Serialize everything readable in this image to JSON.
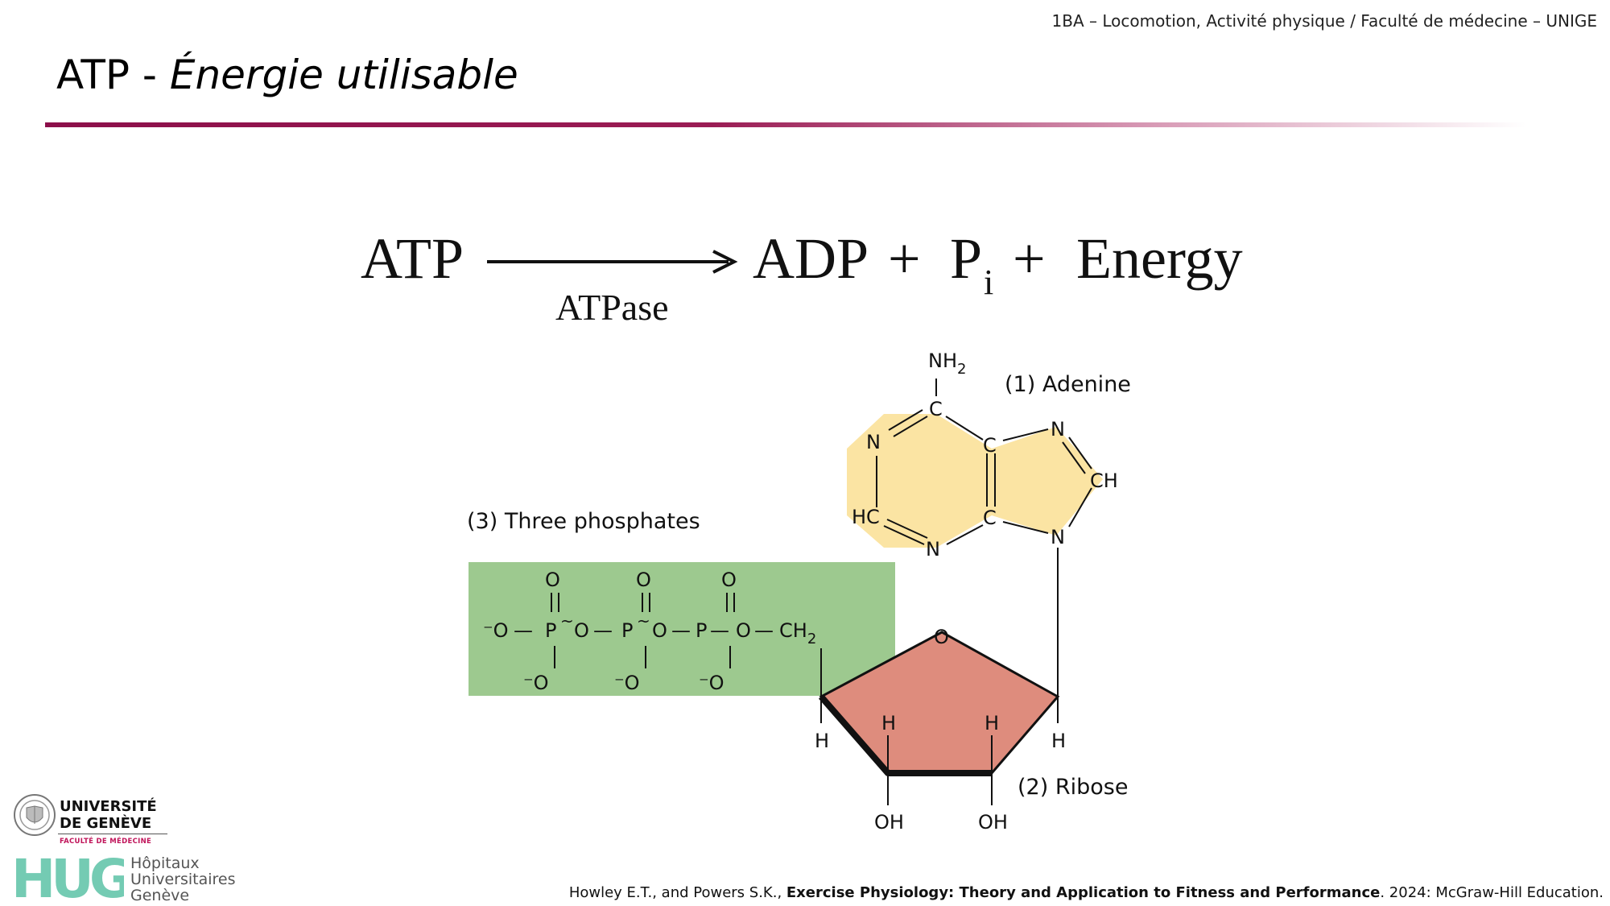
{
  "header": {
    "course": "1BA – Locomotion, Activité physique / Faculté de médecine – UNIGE"
  },
  "title": {
    "main": "ATP - ",
    "italic": "Énergie utilisable"
  },
  "equation": {
    "reactant": "ATP",
    "enzyme": "ATPase",
    "product1": "ADP",
    "plus": "+",
    "product2": "P",
    "product2_sub": "i",
    "product3": "Energy"
  },
  "labels": {
    "adenine": "(1) Adenine",
    "ribose": "(2) Ribose",
    "phosphates": "(3) Three phosphates"
  },
  "atoms": {
    "nh2": "NH",
    "nh2_sub": "2",
    "c": "C",
    "n": "N",
    "ch": "CH",
    "hc": "HC",
    "o": "O",
    "o_minus": "⁻O",
    "p": "P",
    "ch2": "CH",
    "ch2_sub": "2",
    "h": "H",
    "oh": "OH",
    "tilde": "~",
    "dash": "—"
  },
  "colors": {
    "adenine": "#fbe4a3",
    "ribose": "#de8c7d",
    "phosphates": "#9dc98f",
    "accent": "#8c0f4a"
  },
  "logos": {
    "unige_line1": "UNIVERSITÉ",
    "unige_line2": "DE GENÈVE",
    "unige_sub": "FACULTÉ DE MÉDECINE",
    "hug_letters": "HUG",
    "hug_line1": "Hôpitaux",
    "hug_line2": "Universitaires",
    "hug_line3": "Genève"
  },
  "citation": {
    "authors": "Howley E.T., and Powers S.K., ",
    "book": "Exercise Physiology: Theory and Application to Fitness and Performance",
    "publisher": ". 2024: McGraw-Hill Education."
  }
}
